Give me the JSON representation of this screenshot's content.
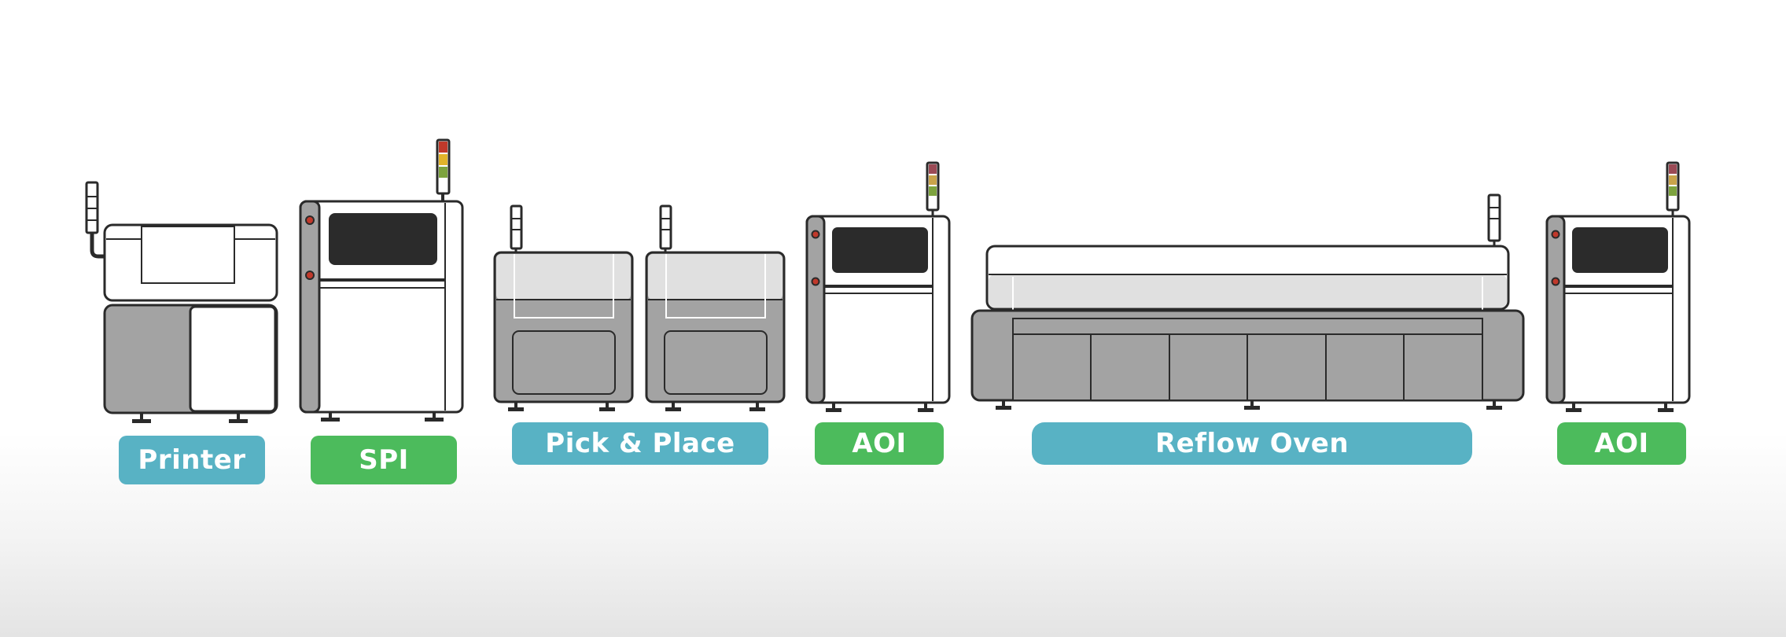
{
  "colors": {
    "outline": "#2a2a2a",
    "body_white": "#ffffff",
    "body_gray": "#a3a3a3",
    "screen": "#2b2b2b",
    "lid_light": "#e0e0e0",
    "teal_label": "#58b2c4",
    "green_label": "#4cbb5c",
    "light_red": "#c0392b",
    "light_yellow": "#e1b32a",
    "light_green": "#7da33e"
  },
  "machines": [
    {
      "id": "printer",
      "label": "Printer",
      "label_color": "teal",
      "icon": "printer-machine-icon"
    },
    {
      "id": "spi",
      "label": "SPI",
      "label_color": "green",
      "icon": "inspection-machine-icon"
    },
    {
      "id": "pick_place",
      "label": "Pick & Place",
      "label_color": "teal",
      "icon": "pick-and-place-machine-icon"
    },
    {
      "id": "aoi_1",
      "label": "AOI",
      "label_color": "green",
      "icon": "inspection-machine-icon"
    },
    {
      "id": "reflow",
      "label": "Reflow Oven",
      "label_color": "teal",
      "icon": "reflow-oven-icon"
    },
    {
      "id": "aoi_2",
      "label": "AOI",
      "label_color": "green",
      "icon": "inspection-machine-icon"
    }
  ]
}
